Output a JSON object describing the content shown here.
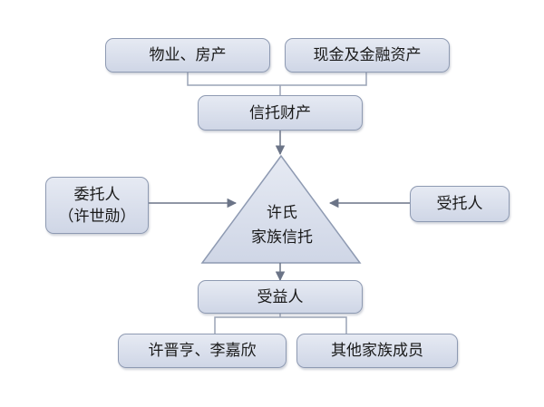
{
  "diagram": {
    "nodes": {
      "property": "物业、房产",
      "financial": "现金及金融资产",
      "trust_assets": "信托财产",
      "settlor_line1": "委托人",
      "settlor_line2": "（许世勋）",
      "trust_line1": "许氏",
      "trust_line2": "家族信托",
      "trustee": "受托人",
      "beneficiary": "受益人",
      "beneficiary_1": "许晋亨、李嘉欣",
      "beneficiary_2": "其他家族成员"
    },
    "colors": {
      "box_fill_top": "#e6eaf3",
      "box_fill_bottom": "#cfd6e6",
      "box_border": "#8e9ab2",
      "connector": "#9aa3b5",
      "arrow": "#6b7487"
    }
  }
}
